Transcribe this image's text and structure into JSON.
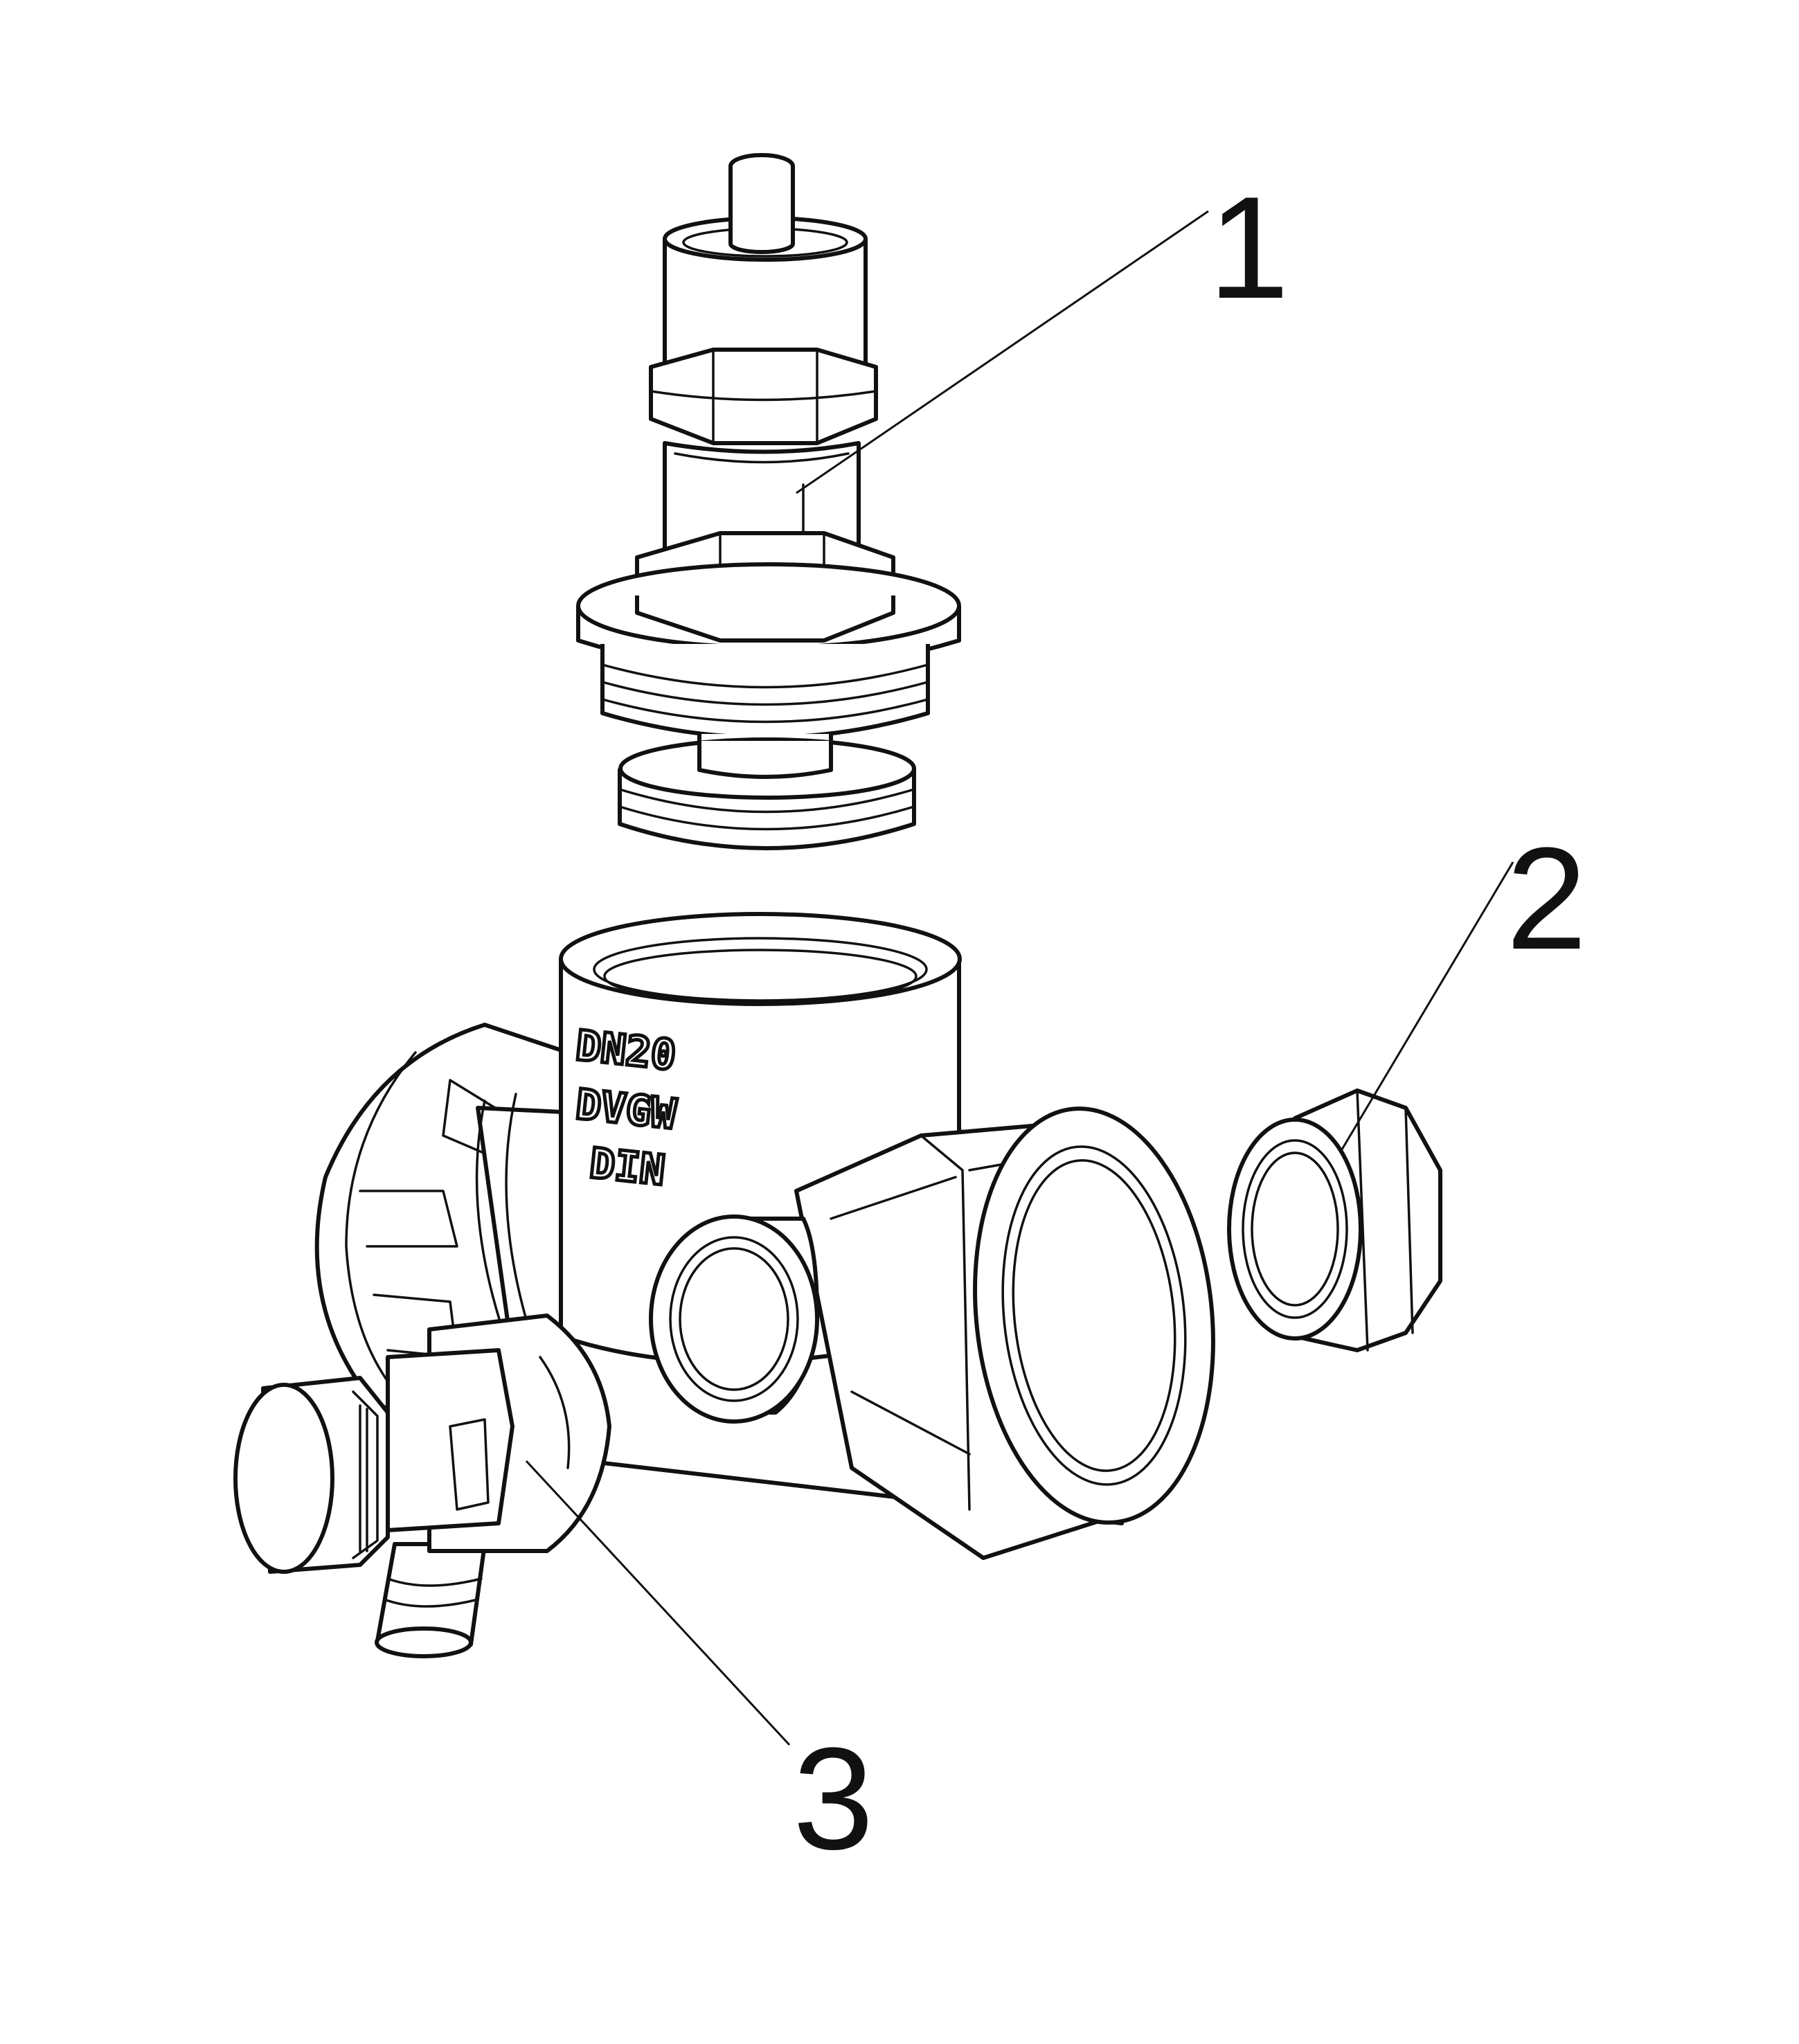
{
  "callouts": [
    {
      "id": "1",
      "label": "1"
    },
    {
      "id": "2",
      "label": "2"
    },
    {
      "id": "3",
      "label": "3"
    }
  ],
  "body_markings": [
    "DN20",
    "DVGW",
    "DIN"
  ],
  "parts": [
    "valve-insert",
    "plug",
    "drain-valve",
    "valve-body"
  ],
  "colors": {
    "line": "#111111",
    "background": "#ffffff"
  }
}
